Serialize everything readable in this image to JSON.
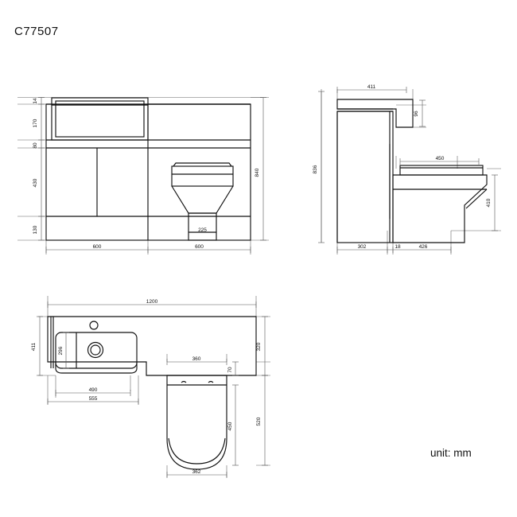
{
  "title": "C77507",
  "unit_note": "unit: mm",
  "colors": {
    "outline": "#111111",
    "dimension_line": "#555555",
    "background": "#ffffff",
    "text": "#111111"
  },
  "views": {
    "front_elevation": {
      "name": "front-elevation-view",
      "vertical_dimensions": [
        {
          "label": "14",
          "position": "left"
        },
        {
          "label": "170",
          "position": "left"
        },
        {
          "label": "80",
          "position": "left"
        },
        {
          "label": "430",
          "position": "left"
        },
        {
          "label": "130",
          "position": "left"
        },
        {
          "label": "840",
          "position": "right"
        }
      ],
      "horizontal_dimensions": [
        {
          "label": "600",
          "position": "bottom-left"
        },
        {
          "label": "600",
          "position": "bottom-right"
        }
      ],
      "inner_dimensions": [
        {
          "label": "225",
          "position": "toilet-base"
        }
      ]
    },
    "side_elevation": {
      "name": "side-elevation-view",
      "vertical_dimensions": [
        {
          "label": "836",
          "position": "left"
        },
        {
          "label": "96",
          "position": "upper-right"
        },
        {
          "label": "410",
          "position": "right"
        }
      ],
      "horizontal_dimensions": [
        {
          "label": "411",
          "position": "top"
        },
        {
          "label": "450",
          "position": "mid-right"
        },
        {
          "label": "302",
          "position": "bottom-left"
        },
        {
          "label": "18",
          "position": "bottom-mid"
        },
        {
          "label": "426",
          "position": "bottom-right"
        }
      ]
    },
    "plan_view": {
      "name": "plan-view",
      "horizontal_dimensions": [
        {
          "label": "1200",
          "position": "top"
        },
        {
          "label": "490",
          "position": "basin-inner"
        },
        {
          "label": "555",
          "position": "basin-outer"
        },
        {
          "label": "360",
          "position": "toilet-top"
        },
        {
          "label": "362",
          "position": "toilet-bottom"
        }
      ],
      "vertical_dimensions": [
        {
          "label": "411",
          "position": "left"
        },
        {
          "label": "296",
          "position": "basin-inner-left"
        },
        {
          "label": "320",
          "position": "right-upper"
        },
        {
          "label": "70",
          "position": "right-step"
        },
        {
          "label": "450",
          "position": "right-inner-lower"
        },
        {
          "label": "520",
          "position": "right-outer-lower"
        }
      ]
    }
  }
}
